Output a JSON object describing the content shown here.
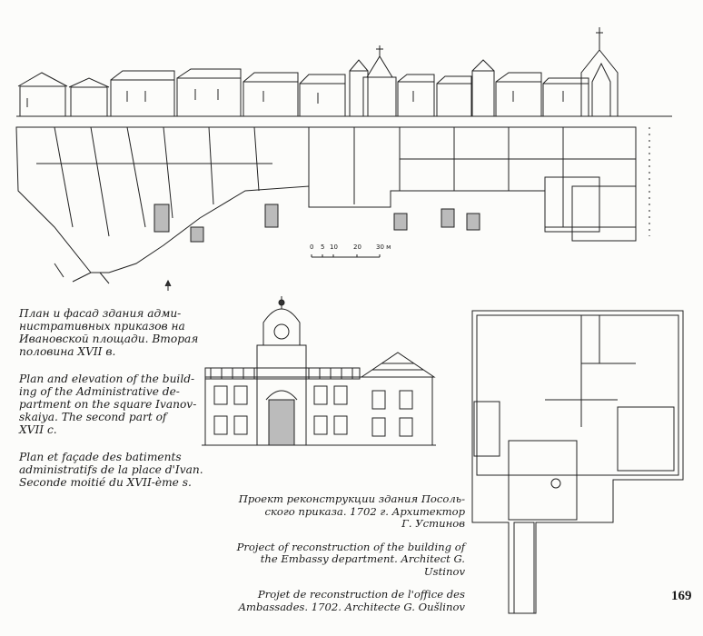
{
  "figure1": {
    "scale_labels": [
      "0",
      "5",
      "10",
      "20",
      "30 м"
    ],
    "caption_ru": [
      "План и фасад здания адми-",
      "нистративных приказов на",
      "Ивановской площади. Вторая",
      "половина XVII в."
    ],
    "caption_en": [
      "Plan and elevation of the build-",
      "ing of the Administrative de-",
      "partment on the square Ivanov-",
      "skaiya.  The second  part of",
      "XVII  c."
    ],
    "caption_fr": [
      "Plan et façade des batiments",
      "administratifs de la place d'Ivan.",
      "Seconde moitié du XVII-ème s."
    ]
  },
  "figure2": {
    "caption_ru": [
      "Проект реконструкции здания Посоль-",
      "ского приказа. 1702 г. Архитектор",
      "Г. Устинов"
    ],
    "caption_en": [
      "Project of reconstruction of the building of",
      "the Embassy department. Architect G.",
      "Ustinov"
    ],
    "caption_fr": [
      "Projet de reconstruction de l'office des",
      "Ambassades. 1702.  Architecte G. Oušlinov"
    ]
  },
  "page_number": "169"
}
